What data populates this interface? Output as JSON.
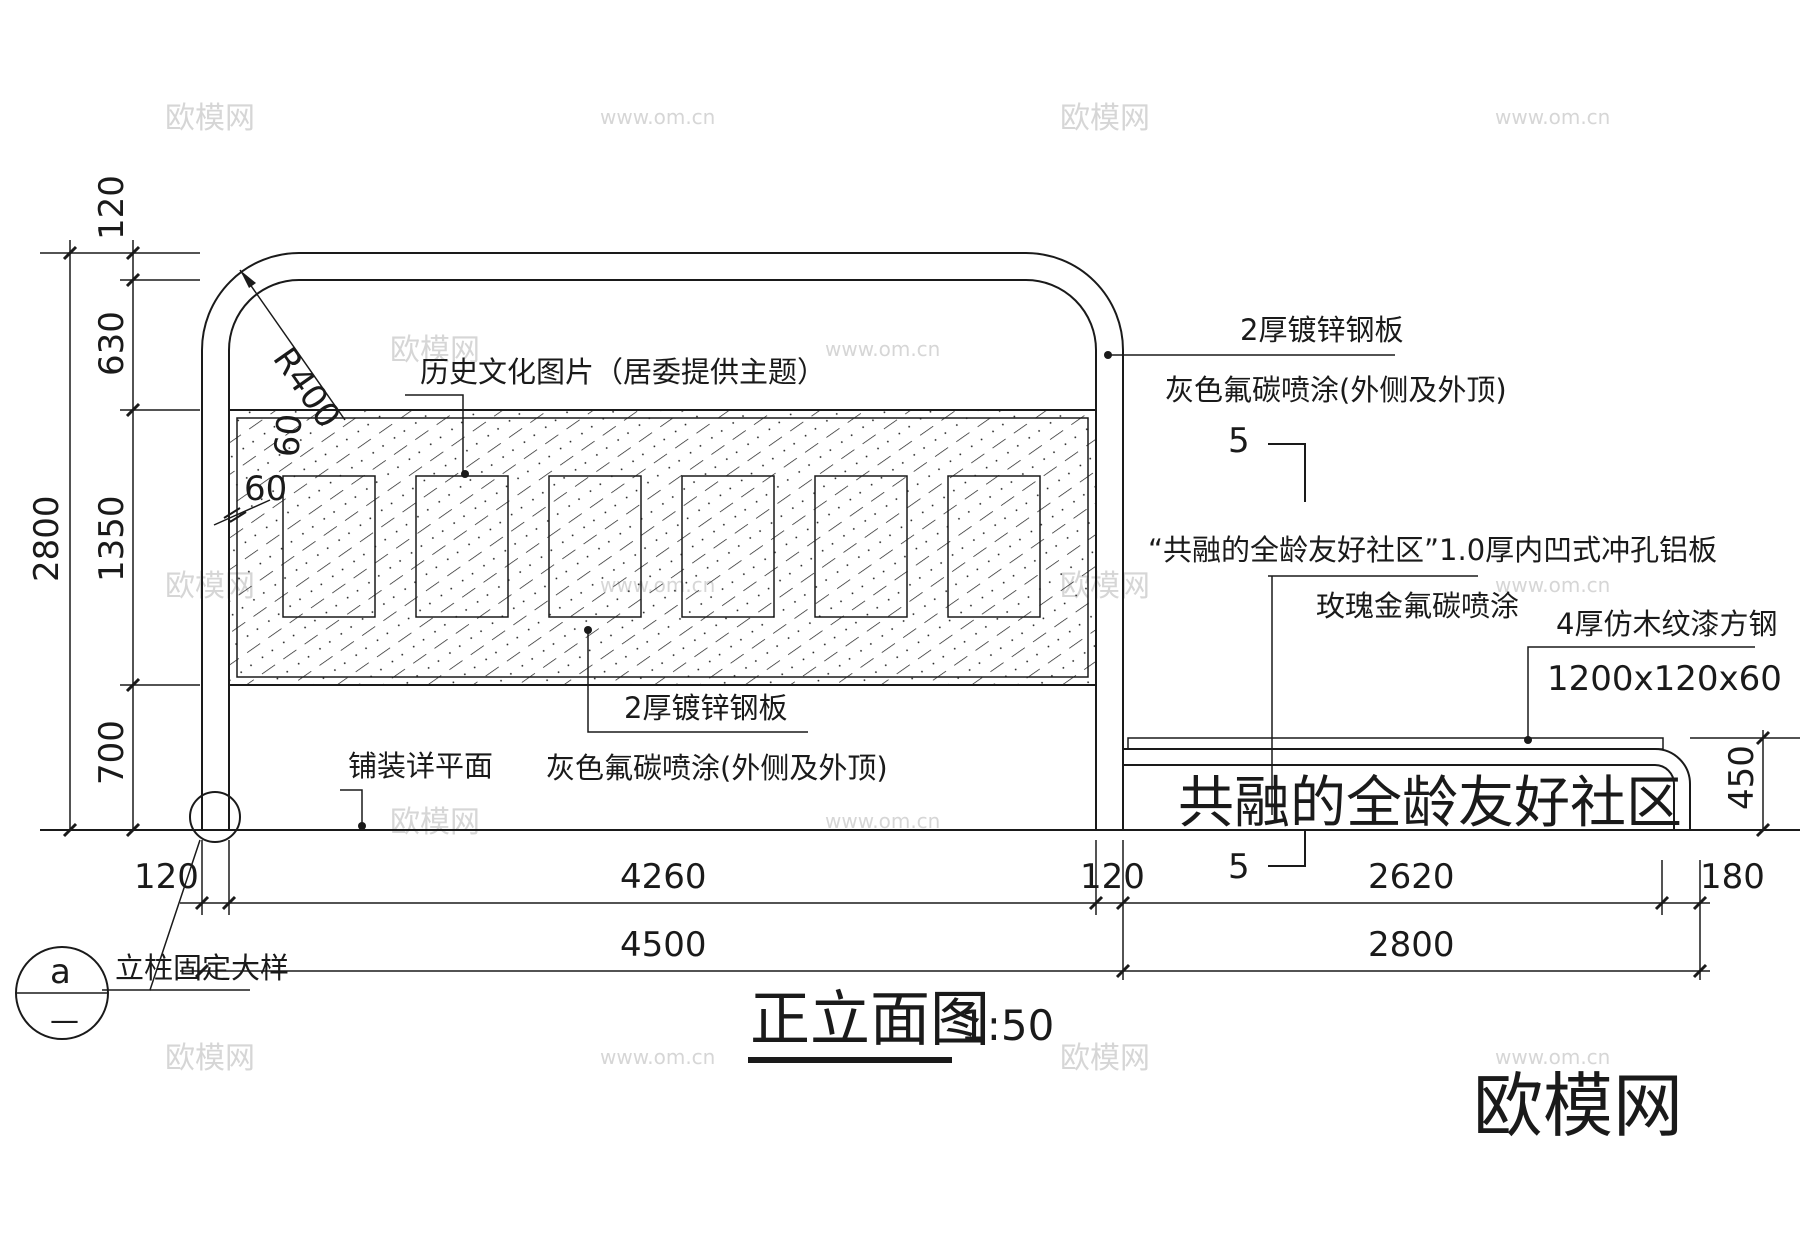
{
  "title": {
    "main": "正立面图",
    "scale": "1:50"
  },
  "watermark": {
    "brand": "欧模网",
    "url": "www.om.cn"
  },
  "labels": {
    "radius": "R400",
    "frame_width_top": "60",
    "frame_width_left": "60",
    "top_note": "历史文化图片（居委提供主题）",
    "right_plate_1": "2厚镀锌钢板",
    "right_plate_2": "灰色氟碳喷涂(外侧及外顶)",
    "board_note_1": "“共融的全龄友好社区”1.0厚内凹式冲孔铝板",
    "board_note_2": "玫瑰金氟碳喷涂",
    "bench_note_1": "4厚仿木纹漆方钢",
    "bench_note_2": "1200x120x60",
    "center_plate_1": "2厚镀锌钢板",
    "center_plate_2": "灰色氟碳喷涂(外侧及外顶)",
    "paving": "铺装详平面",
    "section_mark_top": "5",
    "section_mark_bottom": "5",
    "bench_text": "共融的全龄友好社区",
    "detail_letter": "a",
    "detail_sub": "—",
    "detail_note": "立柱固定大样"
  },
  "dims_left": {
    "total": "2800",
    "top": "120",
    "d630": "630",
    "d1350": "1350",
    "d700": "700"
  },
  "dims_right": {
    "d450": "450"
  },
  "dims_bottom_row1": {
    "a": "120",
    "b": "4260",
    "c": "120",
    "d": "2620",
    "e": "180"
  },
  "dims_bottom_row2": {
    "a": "4500",
    "b": "2800"
  }
}
